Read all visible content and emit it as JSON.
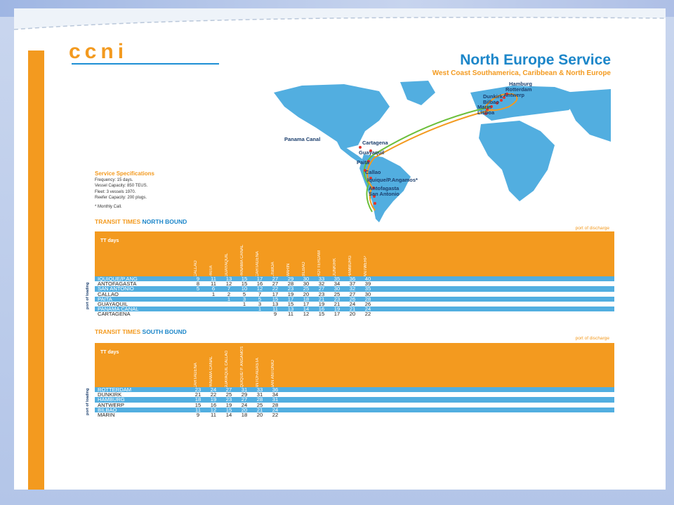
{
  "logo": "ccni",
  "title": "North Europe Service",
  "subtitle": "West Coast Southamerica, Caribbean & North Europe",
  "map_ports": [
    "Hamburg",
    "Rotterdam",
    "Antwerp",
    "Dunkirk",
    "Bilbao",
    "Marin",
    "Lisboa",
    "Panama Canal",
    "Cartagena",
    "Guayaquil",
    "Paita",
    "Callao",
    "Iquique/P.Angamos*",
    "Antofagasta",
    "San Antonio"
  ],
  "specs": {
    "heading": "Service Specifications",
    "lines": [
      "Frequency: 15 days.",
      "Vessel Capacity: 850 TEUS.",
      "Fleet: 3 vessels 1970.",
      "Reefer Capacity: 200 plugs."
    ],
    "note": "* Monthly Call."
  },
  "north": {
    "title_a": "TRANSIT TIMES ",
    "title_b": "NORTH BOUND",
    "pod_label": "port of discharge",
    "pol_label": "port of loading",
    "tt_label": "TT days",
    "columns": [
      "CALLAO",
      "PAITA",
      "GUAYAQUIL",
      "PANAMA CANAL",
      "CARTAGENA",
      "LISBOA",
      "MARIN",
      "BILBAO",
      "ROTTERDAM",
      "DUNKIRK",
      "HAMBURG",
      "ANTWERP"
    ],
    "rows": [
      {
        "port": "IQUIQUE/P.ANG",
        "cells": [
          "9",
          "11",
          "13",
          "15",
          "17",
          "27",
          "29",
          "30",
          "33",
          "35",
          "36",
          "40"
        ]
      },
      {
        "port": "ANTOFAGASTA",
        "cells": [
          "8",
          "11",
          "12",
          "15",
          "16",
          "27",
          "28",
          "30",
          "32",
          "34",
          "37",
          "39"
        ]
      },
      {
        "port": "SAN ANTONIO",
        "cells": [
          "5",
          "6",
          "7",
          "10",
          "12",
          "22",
          "23",
          "25",
          "27",
          "30",
          "32",
          "35"
        ]
      },
      {
        "port": "CALLAO",
        "cells": [
          "",
          "1",
          "2",
          "5",
          "7",
          "17",
          "19",
          "20",
          "23",
          "25",
          "27",
          "30"
        ]
      },
      {
        "port": "PAITA",
        "cells": [
          "",
          "",
          "1",
          "3",
          "5",
          "15",
          "17",
          "18",
          "21",
          "23",
          "26",
          "28"
        ]
      },
      {
        "port": "GUAYAQUIL",
        "cells": [
          "",
          "",
          "",
          "1",
          "3",
          "13",
          "15",
          "17",
          "19",
          "21",
          "24",
          "26"
        ]
      },
      {
        "port": "PANAMA CANAL",
        "cells": [
          "",
          "",
          "",
          "",
          "1",
          "11",
          "13",
          "14",
          "16",
          "19",
          "21",
          "24"
        ]
      },
      {
        "port": "CARTAGENA",
        "cells": [
          "",
          "",
          "",
          "",
          "",
          "9",
          "11",
          "12",
          "15",
          "17",
          "20",
          "22"
        ]
      }
    ]
  },
  "south": {
    "title_a": "TRANSIT TIMES ",
    "title_b": "SOUTH BOUND",
    "pod_label": "port of discharge",
    "pol_label": "port of loading",
    "tt_label": "TT days",
    "columns": [
      "CARTAGENA",
      "PANAMA CANAL",
      "GUAYAQUIL CALLAO",
      "IQUIQUE/ P. ANGAMOS",
      "ANTOFAGASTA",
      "SAN ANTONIO"
    ],
    "rows": [
      {
        "port": "ROTTERDAM",
        "cells": [
          "23",
          "24",
          "27",
          "31",
          "33",
          "36"
        ]
      },
      {
        "port": "DUNKIRK",
        "cells": [
          "21",
          "22",
          "25",
          "29",
          "31",
          "34"
        ]
      },
      {
        "port": "HAMBURG",
        "cells": [
          "18",
          "19",
          "23",
          "27",
          "28",
          "31"
        ]
      },
      {
        "port": "ANTWERP",
        "cells": [
          "15",
          "16",
          "19",
          "24",
          "25",
          "28"
        ]
      },
      {
        "port": "BILBAO",
        "cells": [
          "11",
          "12",
          "15",
          "20",
          "21",
          "24"
        ]
      },
      {
        "port": "MARIN",
        "cells": [
          "9",
          "11",
          "14",
          "18",
          "20",
          "22"
        ]
      }
    ]
  },
  "colors": {
    "orange": "#f39a1f",
    "blue": "#52aee0",
    "navy": "#1c86c9"
  }
}
